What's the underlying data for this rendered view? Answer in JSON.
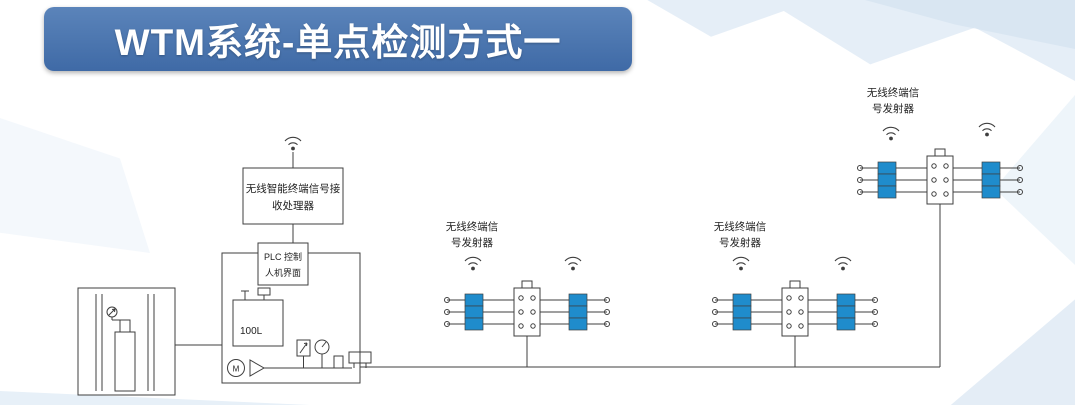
{
  "title": "WTM系统-单点检测方式一",
  "receiver": {
    "line1": "无线智能终端信号接",
    "line2": "收处理器"
  },
  "plc": {
    "line1": "PLC 控制",
    "line2": "人机界面"
  },
  "tank_label": "100L",
  "motor_label": "M",
  "transmitters": {
    "line1": "无线终端信",
    "line2": "号发射器"
  },
  "colors": {
    "banner": "#3f6aa6",
    "banner_light": "#5b84ba",
    "sensor_blue": "#1f8ccc",
    "line": "#3f3f3f",
    "deco_blue": "#dfeaf5"
  }
}
